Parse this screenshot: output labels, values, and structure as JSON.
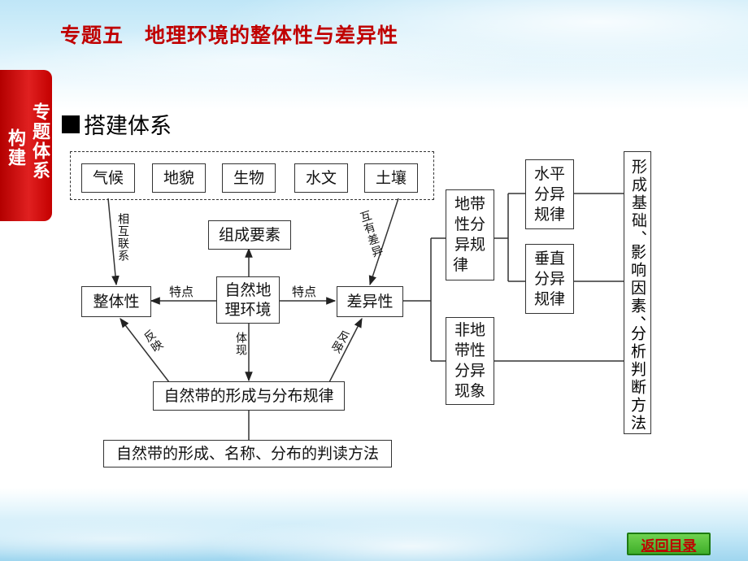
{
  "title": "专题五　地理环境的整体性与差异性",
  "side_tab": {
    "col_right": "专题体系",
    "col_left": "构建"
  },
  "section_heading": "搭建体系",
  "elements": [
    "气候",
    "地貌",
    "生物",
    "水文",
    "土壤"
  ],
  "composition": "组成要素",
  "center": {
    "line1": "自然地",
    "line2": "理环境"
  },
  "wholeness": "整体性",
  "difference": "差异性",
  "label_feature_left": "特点",
  "label_feature_right": "特点",
  "label_mutual": "相互联系",
  "label_mutual_diff": "互有差异",
  "label_reflect_left": "反映",
  "label_reflect_right": "反映",
  "label_embody": "体现",
  "zone_law": "自然带的形成与分布规律",
  "zone_read": "自然带的形成、名称、分布的判读方法",
  "zonal": {
    "line1": "地带",
    "line2": "性分",
    "line3": "异规",
    "line4": "律"
  },
  "nonzonal": {
    "line1": "非地",
    "line2": "带性",
    "line3": "分异",
    "line4": "现象"
  },
  "horizontal": {
    "line1": "水平",
    "line2": "分异",
    "line3": "规律"
  },
  "vertical": {
    "line1": "垂直",
    "line2": "分异",
    "line3": "规律"
  },
  "far_right": {
    "col1": "形成基础、",
    "col2": "影响因素、",
    "col3": "分析判断方法"
  },
  "back_button": "返回目录"
}
